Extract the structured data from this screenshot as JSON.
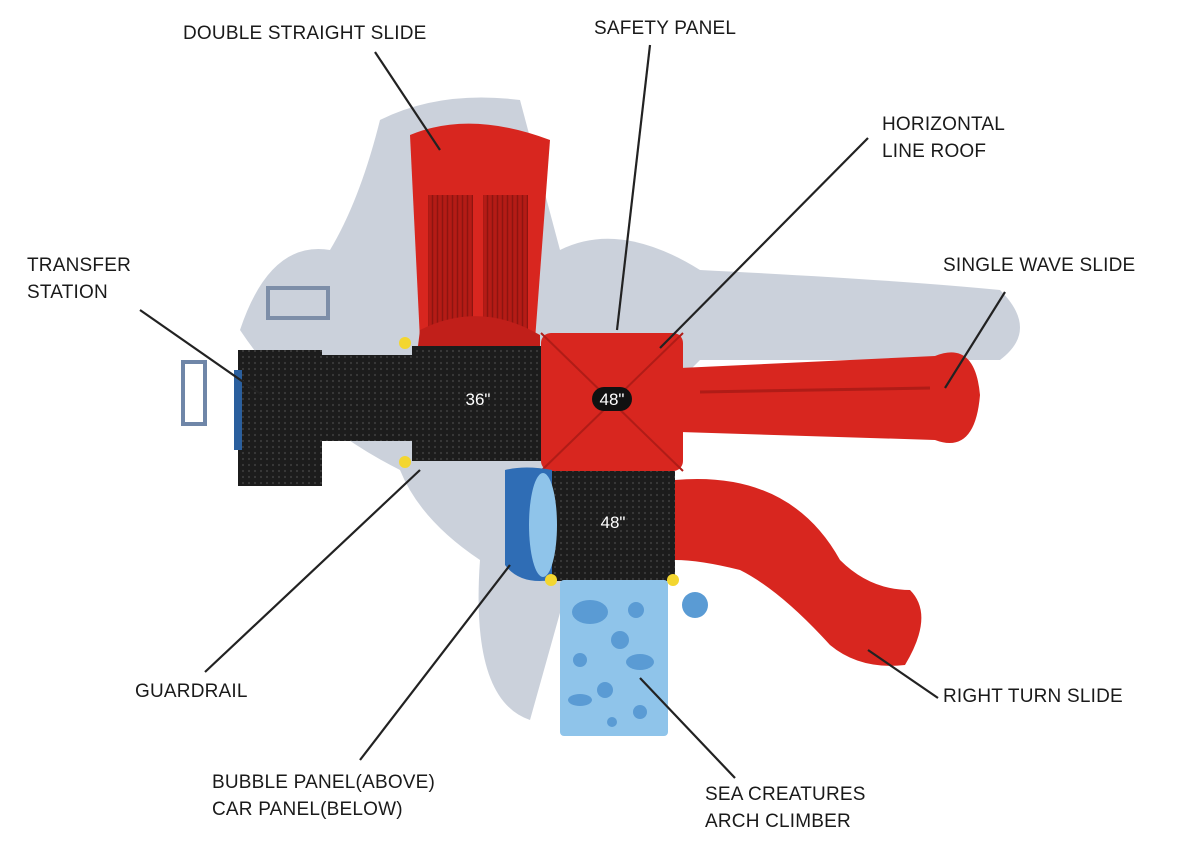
{
  "callouts": {
    "double_straight_slide": "DOUBLE STRAIGHT SLIDE",
    "safety_panel": "SAFETY PANEL",
    "horizontal_line_roof": [
      "HORIZONTAL",
      "LINE ROOF"
    ],
    "transfer_station": [
      "TRANSFER",
      "STATION"
    ],
    "single_wave_slide": "SINGLE WAVE SLIDE",
    "guardrail": "GUARDRAIL",
    "right_turn_slide": "RIGHT TURN SLIDE",
    "bubble_car_panel": [
      "BUBBLE PANEL(ABOVE)",
      "CAR PANEL(BELOW)"
    ],
    "sea_creatures_arch_climber": [
      "SEA CREATURES",
      "ARCH CLIMBER"
    ]
  },
  "deck_heights": {
    "deck_left": "36\"",
    "deck_roof": "48\"",
    "deck_lower": "48\""
  },
  "colors": {
    "slide_red": "#d8261f",
    "deck_black": "#1c1c1c",
    "climber_blue": "#8fc4ea",
    "panel_blue": "#2f6db5",
    "shadow": "#b9c1cf",
    "leader_line": "#222222",
    "clamp_yellow": "#f3d630"
  }
}
